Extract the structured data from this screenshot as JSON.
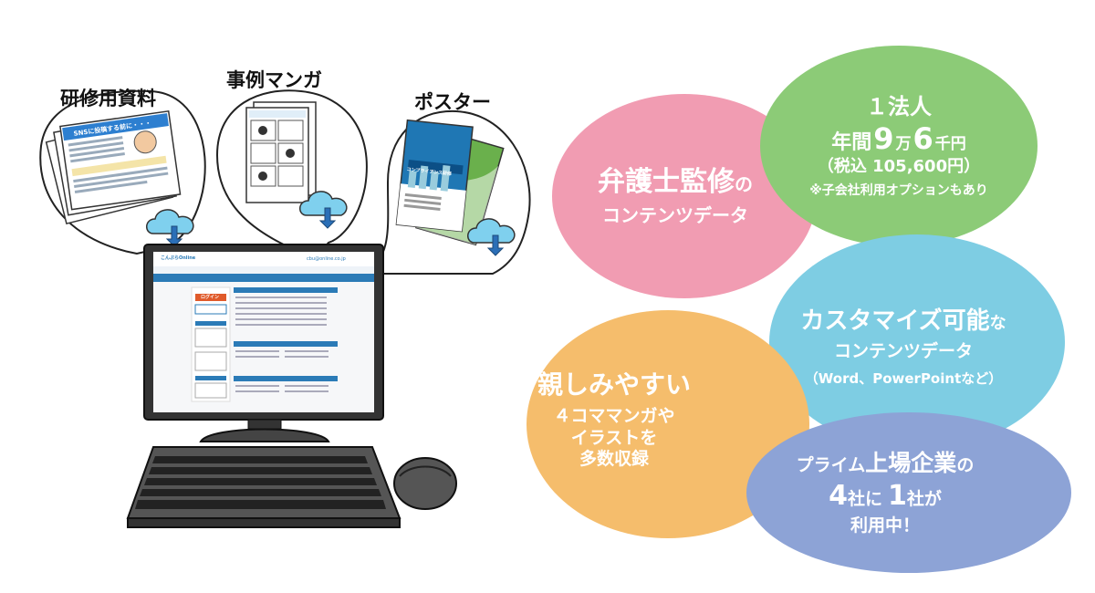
{
  "captions": {
    "training": "研修用資料",
    "manga": "事例マンガ",
    "poster": "ポスター"
  },
  "screen": {
    "logo": "こんぷらOnline",
    "url": "cbu@online.co.jp",
    "login": "ログイン"
  },
  "doc_training": {
    "heading": "SNSに投稿する前に・・・"
  },
  "doc_poster": {
    "heading": "コンプライアンス研修"
  },
  "features": {
    "lawyer": {
      "line1_emph": "弁護士監修",
      "line1_small": "の",
      "line2": "コンテンツデータ"
    },
    "price": {
      "line1": "１法人",
      "line2_a": "年間",
      "line2_b": "9",
      "line2_c": "万",
      "line2_d": "6",
      "line2_e": "千円",
      "line3": "（税込 105,600円）",
      "line4": "※子会社利用オプションもあり"
    },
    "custom": {
      "line1_emph": "カスタマイズ可能",
      "line1_small": "な",
      "line2": "コンテンツデータ",
      "line3": "（Word、PowerPointなど）"
    },
    "friendly": {
      "line1": "親しみやすい",
      "line2": "４コママンガや",
      "line3": "イラストを",
      "line4": "多数収録"
    },
    "prime": {
      "line1_a": "プライム",
      "line1_b": "上場企業",
      "line1_c": "の",
      "line2_a": "4",
      "line2_b": "社に",
      "line2_c": "1",
      "line2_d": "社",
      "line2_e": "が",
      "line3": "利用中！"
    }
  },
  "colors": {
    "pink": "#f19cb2",
    "green": "#8ccb77",
    "cyan": "#7ecde3",
    "orange": "#f5bd6c",
    "purple": "#8da3d6",
    "cloud": "#7fd0ee",
    "screen_header": "#2b7bb7"
  }
}
